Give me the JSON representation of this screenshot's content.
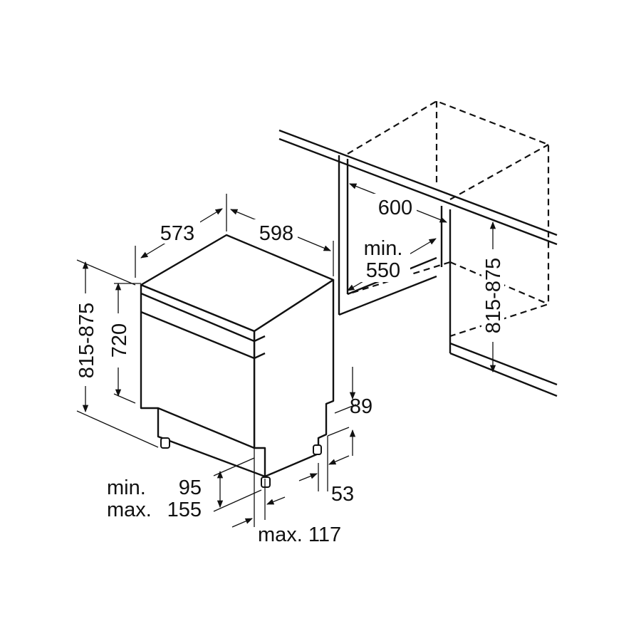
{
  "dimensions": {
    "depth": "573",
    "width": "598",
    "total_height": "815-875",
    "body_height": "720",
    "niche_width": "600",
    "niche_depth_min": "min.",
    "niche_depth_value": "550",
    "niche_height": "815-875",
    "plinth_recess": "89",
    "foot_offset": "53",
    "foot_height_min_label": "min.",
    "foot_height_min_value": "95",
    "foot_height_max_label": "max.",
    "foot_height_max_value": "155",
    "door_overhang": "max. 117"
  },
  "colors": {
    "line": "#111111",
    "background": "#ffffff"
  }
}
